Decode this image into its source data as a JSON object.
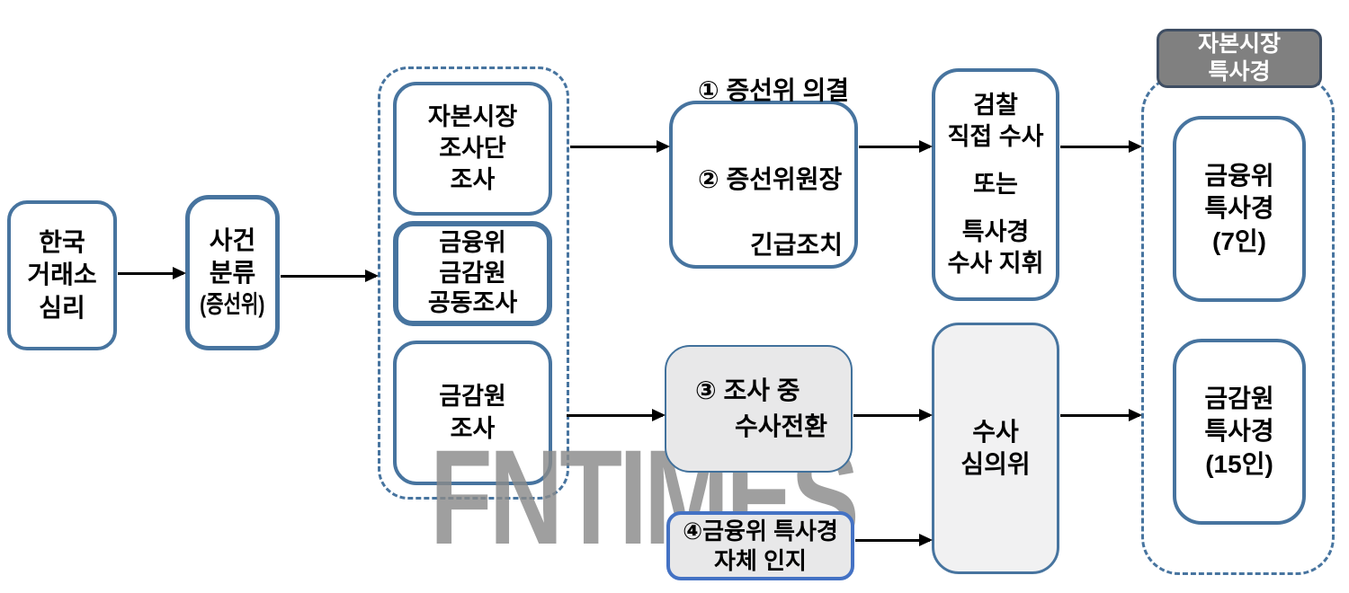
{
  "watermark": "FNTIMES",
  "colors": {
    "box_border": "#47749f",
    "emphasis_border": "#4472c4",
    "thin_border": "#41719c",
    "header_fill": "#808080",
    "header_border": "#3f4e63",
    "gray_fill": "#e8e8e9",
    "light_gray_fill": "#f1f1f2",
    "arrow": "#000000",
    "watermark_gray": "#8a8a8a"
  },
  "nodes": {
    "krx": "한국\n거래소\n심리",
    "case_l1": "사건\n분류",
    "case_l2": "(증선위)",
    "capital_team": "자본시장\n조사단\n조사",
    "joint": "금융위\n금감원\n공동조사",
    "fss": "금감원\n조사",
    "resolution_1": "① 증선위 의결",
    "resolution_2_l1": "② 증선위원장",
    "resolution_2_l2": "긴급조치",
    "prosecution_1": "검찰\n직접 수사",
    "prosecution_2": "또는",
    "prosecution_3": "특사경\n수사 지휘",
    "conversion_l1": "③ 조사 중",
    "conversion_l2": "수사전환",
    "self_aware": "④금융위 특사경\n자체 인지",
    "deliberation": "수사\n심의위",
    "header": "자본시장\n특사경",
    "fsc_police": "금융위\n특사경\n(7인)",
    "fss_police": "금감원\n특사경\n(15인)"
  }
}
